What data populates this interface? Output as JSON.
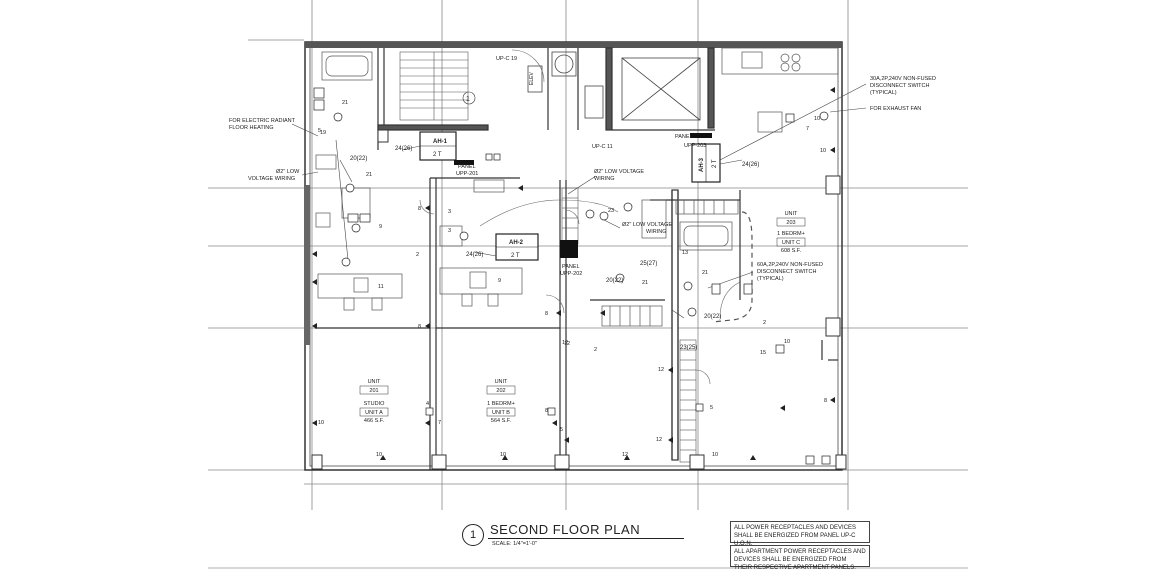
{
  "drawing": {
    "title": "SECOND FLOOR PLAN",
    "number": "1",
    "scale": "SCALE: 1/4\"=1'-0\""
  },
  "notes": [
    "ALL POWER RECEPTACLES AND DEVICES SHALL BE ENERGIZED FROM PANEL UP-C U.O.N.",
    "ALL APARTMENT POWER RECEPTACLES AND DEVICES SHALL BE ENERGIZED FROM THEIR RESPECTIVE APARTMENT PANELS."
  ],
  "callouts": {
    "disconnect_30a": [
      "30A,2P,240V NON-FUSED",
      "DISCONNECT SWITCH",
      "(TYPICAL)"
    ],
    "exhaust_fan": "FOR EXHAUST FAN",
    "radiant_heat": [
      "FOR ELECTRIC RADIANT",
      "FLOOR HEATING"
    ],
    "low_voltage_left": [
      "Ø2\" LOW",
      "VOLTAGE WIRING"
    ],
    "low_voltage_mid": [
      "Ø2\" LOW VOLTAGE",
      "WIRING"
    ],
    "low_voltage_right": [
      "Ø2\" LOW VOLTAGE",
      "WIRING"
    ],
    "disconnect_60a": [
      "60A,2P,240V NON-FUSED",
      "DISCONNECT SWITCH",
      "(TYPICAL)"
    ]
  },
  "panels": {
    "upp201": [
      "PANEL",
      "UPP-201"
    ],
    "upp202": [
      "PANEL",
      "UPP-202"
    ],
    "upp203": [
      "PANEL",
      "UPP-203"
    ],
    "upc19": "UP-C 19",
    "upc11": "UP-C 11"
  },
  "units": {
    "u201": {
      "label": "UNIT",
      "number": "201",
      "type": "STUDIO",
      "tag": "UNIT A",
      "area": "466 S.F."
    },
    "u202": {
      "label": "UNIT",
      "number": "202",
      "type": "1 BEDRM+",
      "tag": "UNIT B",
      "area": "564 S.F."
    },
    "u203": {
      "label": "UNIT",
      "number": "203",
      "type": "1 BEDRM+",
      "tag": "UNIT C",
      "area": "608 S.F."
    }
  },
  "equipment": {
    "ahu1": [
      "AH-1",
      "2 T"
    ],
    "ahu2": [
      "AH-2",
      "2 T"
    ],
    "ahu3": [
      "AH-3",
      "2 T"
    ],
    "circuit_24_26": "24(26)",
    "circuit_20_22": "20(22)",
    "circuit_25_27": "25(27)",
    "circuit_23_25": "23(25)",
    "stair_number": "1",
    "elevator_tag": "ELEV"
  },
  "circuit_numbers": [
    "21",
    "21",
    "19",
    "10",
    "7",
    "10",
    "9",
    "3",
    "5",
    "8",
    "8",
    "3",
    "2",
    "11",
    "9",
    "8",
    "10",
    "12",
    "12",
    "10",
    "5",
    "7",
    "10",
    "4",
    "12",
    "2",
    "8",
    "21",
    "2",
    "15",
    "5",
    "8",
    "10",
    "12",
    "12",
    "10",
    "23",
    "13",
    "21"
  ]
}
